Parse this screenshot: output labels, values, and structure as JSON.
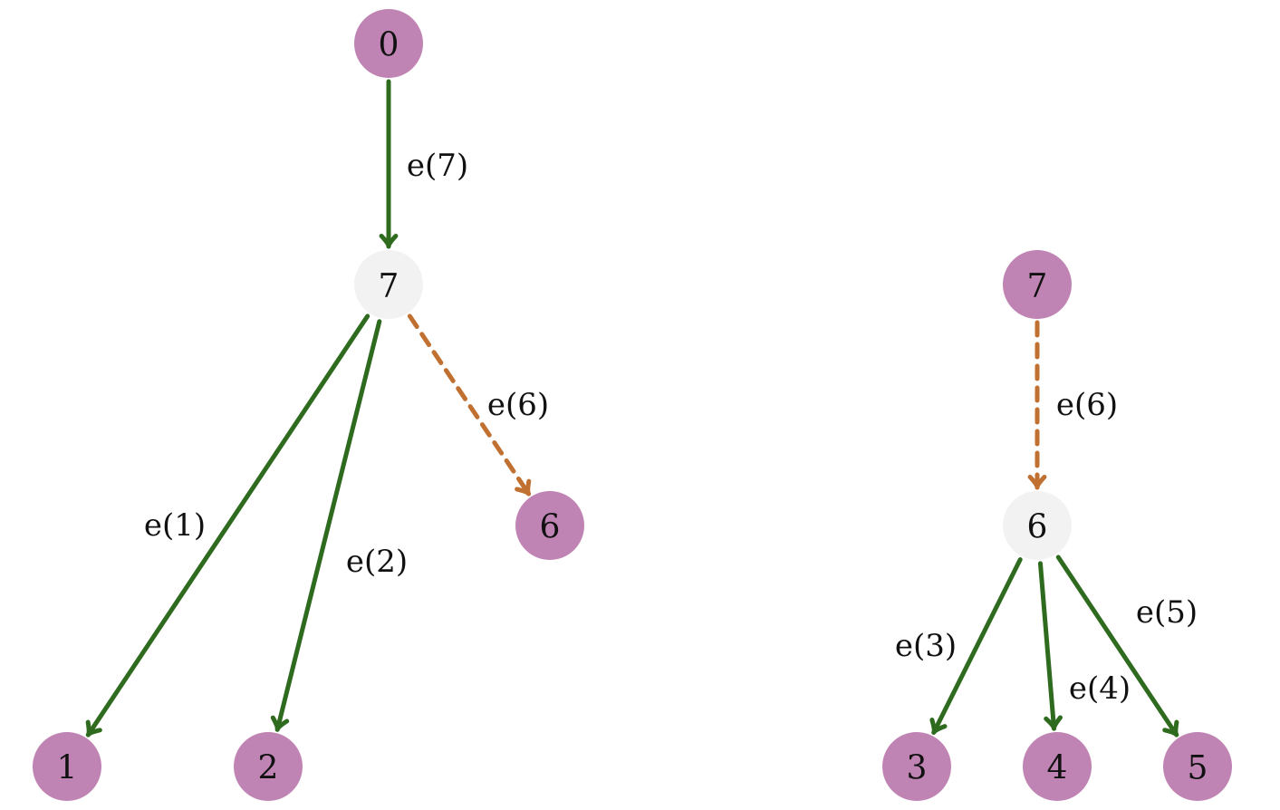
{
  "colors": {
    "leaf_fill": "#c084b4",
    "internal_fill": "#f2f2f2",
    "solid_edge": "#2e6b1e",
    "dashed_edge": "#c07030",
    "text": "#111111"
  },
  "left_tree": {
    "nodes": [
      {
        "id": "0",
        "label": "0",
        "kind": "leaf"
      },
      {
        "id": "7",
        "label": "7",
        "kind": "internal"
      },
      {
        "id": "6",
        "label": "6",
        "kind": "leaf"
      },
      {
        "id": "1",
        "label": "1",
        "kind": "leaf"
      },
      {
        "id": "2",
        "label": "2",
        "kind": "leaf"
      }
    ],
    "edges": [
      {
        "from": "0",
        "to": "7",
        "label": "e(7)",
        "style": "solid"
      },
      {
        "from": "7",
        "to": "1",
        "label": "e(1)",
        "style": "solid"
      },
      {
        "from": "7",
        "to": "2",
        "label": "e(2)",
        "style": "solid"
      },
      {
        "from": "7",
        "to": "6",
        "label": "e(6)",
        "style": "dashed"
      }
    ]
  },
  "right_tree": {
    "nodes": [
      {
        "id": "7",
        "label": "7",
        "kind": "leaf"
      },
      {
        "id": "6",
        "label": "6",
        "kind": "internal"
      },
      {
        "id": "3",
        "label": "3",
        "kind": "leaf"
      },
      {
        "id": "4",
        "label": "4",
        "kind": "leaf"
      },
      {
        "id": "5",
        "label": "5",
        "kind": "leaf"
      }
    ],
    "edges": [
      {
        "from": "7",
        "to": "6",
        "label": "e(6)",
        "style": "dashed"
      },
      {
        "from": "6",
        "to": "3",
        "label": "e(3)",
        "style": "solid"
      },
      {
        "from": "6",
        "to": "4",
        "label": "e(4)",
        "style": "solid"
      },
      {
        "from": "6",
        "to": "5",
        "label": "e(5)",
        "style": "solid"
      }
    ]
  }
}
